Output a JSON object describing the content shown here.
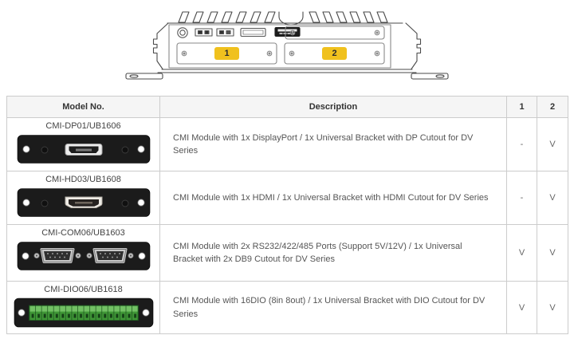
{
  "device": {
    "name": "embedded-box-pc-front-view",
    "slots": [
      {
        "label": "1"
      },
      {
        "label": "2"
      }
    ],
    "label_color": "#f0c11e"
  },
  "table": {
    "headers": [
      "Model No.",
      "Description",
      "1",
      "2"
    ],
    "rows": [
      {
        "model": "CMI-DP01/UB1606",
        "image": "displayport-bracket",
        "description": "CMI Module with 1x DisplayPort / 1x Universal Bracket with DP Cutout for DV Series",
        "slot1": "-",
        "slot2": "V"
      },
      {
        "model": "CMI-HD03/UB1608",
        "image": "hdmi-bracket",
        "description": "CMI Module with 1x HDMI / 1x Universal Bracket with HDMI Cutout for DV Series",
        "slot1": "-",
        "slot2": "V"
      },
      {
        "model": "CMI-COM06/UB1603",
        "image": "dual-db9-bracket",
        "description": "CMI Module with 2x RS232/422/485 Ports (Support 5V/12V) / 1x Universal Bracket with 2x DB9 Cutout for DV Series",
        "slot1": "V",
        "slot2": "V"
      },
      {
        "model": "CMI-DIO06/UB1618",
        "image": "dio-terminal-bracket",
        "description": "CMI Module with 16DIO (8in 8out) / 1x Universal Bracket with DIO Cutout for DV Series",
        "slot1": "V",
        "slot2": "V"
      }
    ]
  }
}
